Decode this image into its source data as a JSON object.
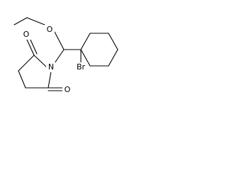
{
  "molecule": {
    "atoms": {
      "ether_oxygen": "O",
      "imide_nitrogen": "N",
      "bromine": "Br",
      "carbonyl_oxygen_top": "O",
      "carbonyl_oxygen_bottom": "O"
    }
  },
  "colors": {
    "bond": "#000000",
    "label": "#000000",
    "background": "#ffffff"
  }
}
